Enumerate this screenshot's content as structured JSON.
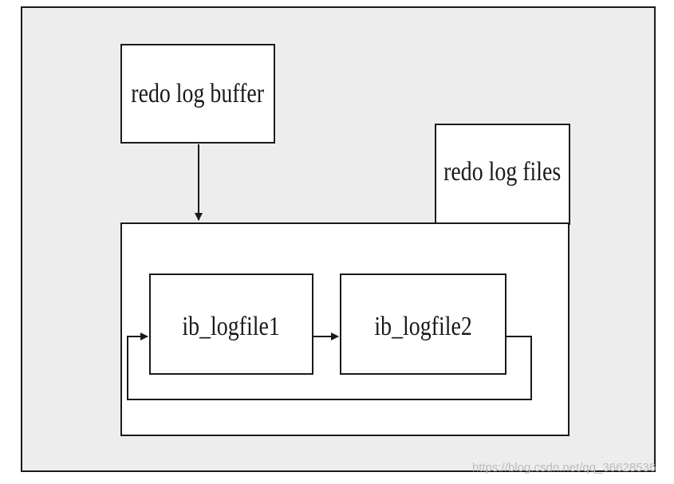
{
  "diagram": {
    "buffer_label": "redo log buffer",
    "files_label": "redo log files",
    "file1_label": "ib_logfile1",
    "file2_label": "ib_logfile2"
  },
  "watermark": "https://blog.csdn.net/qq_36628536",
  "colors": {
    "background": "#ededed",
    "box_fill": "#ffffff",
    "stroke": "#1a1a1a",
    "watermark": "#bdbdbd"
  }
}
